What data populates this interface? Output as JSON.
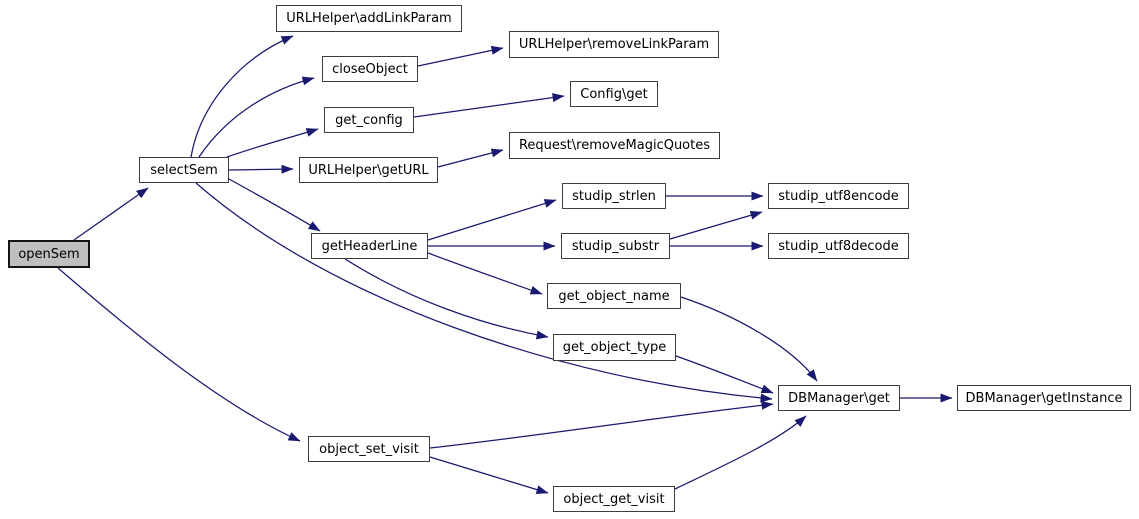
{
  "diagram": {
    "type": "call-graph",
    "root": "openSem",
    "colors": {
      "edge": "#191970",
      "node_fill": "#ffffff",
      "node_border": "#3d3d3d",
      "highlight_fill": "#bfbfbf",
      "highlight_border": "#141414",
      "text": "#000000",
      "background": "#ffffff"
    },
    "nodes": {
      "openSem": {
        "label": "openSem",
        "highlighted": true
      },
      "selectSem": {
        "label": "selectSem"
      },
      "addLinkParam": {
        "label": "URLHelper\\addLinkParam"
      },
      "removeLinkParam": {
        "label": "URLHelper\\removeLinkParam"
      },
      "closeObject": {
        "label": "closeObject"
      },
      "configGet": {
        "label": "Config\\get"
      },
      "getConfig": {
        "label": "get_config"
      },
      "removeMagicQuotes": {
        "label": "Request\\removeMagicQuotes"
      },
      "getURL": {
        "label": "URLHelper\\getURL"
      },
      "studipStrlen": {
        "label": "studip_strlen"
      },
      "studipUtf8encode": {
        "label": "studip_utf8encode"
      },
      "getHeaderLine": {
        "label": "getHeaderLine"
      },
      "studipSubstr": {
        "label": "studip_substr"
      },
      "studipUtf8decode": {
        "label": "studip_utf8decode"
      },
      "getObjectName": {
        "label": "get_object_name"
      },
      "getObjectType": {
        "label": "get_object_type"
      },
      "dbManagerGet": {
        "label": "DBManager\\get"
      },
      "dbManagerGetInstance": {
        "label": "DBManager\\getInstance"
      },
      "objectSetVisit": {
        "label": "object_set_visit"
      },
      "objectGetVisit": {
        "label": "object_get_visit"
      }
    },
    "edges": [
      {
        "from": "openSem",
        "to": "selectSem"
      },
      {
        "from": "openSem",
        "to": "objectSetVisit"
      },
      {
        "from": "selectSem",
        "to": "addLinkParam"
      },
      {
        "from": "selectSem",
        "to": "closeObject"
      },
      {
        "from": "selectSem",
        "to": "getConfig"
      },
      {
        "from": "selectSem",
        "to": "getURL"
      },
      {
        "from": "selectSem",
        "to": "getHeaderLine"
      },
      {
        "from": "selectSem",
        "to": "dbManagerGet"
      },
      {
        "from": "closeObject",
        "to": "removeLinkParam"
      },
      {
        "from": "getConfig",
        "to": "configGet"
      },
      {
        "from": "getURL",
        "to": "removeMagicQuotes"
      },
      {
        "from": "getHeaderLine",
        "to": "studipStrlen"
      },
      {
        "from": "getHeaderLine",
        "to": "studipSubstr"
      },
      {
        "from": "getHeaderLine",
        "to": "getObjectName"
      },
      {
        "from": "getHeaderLine",
        "to": "getObjectType"
      },
      {
        "from": "studipStrlen",
        "to": "studipUtf8encode"
      },
      {
        "from": "studipSubstr",
        "to": "studipUtf8encode"
      },
      {
        "from": "studipSubstr",
        "to": "studipUtf8decode"
      },
      {
        "from": "getObjectName",
        "to": "dbManagerGet"
      },
      {
        "from": "getObjectType",
        "to": "dbManagerGet"
      },
      {
        "from": "objectSetVisit",
        "to": "dbManagerGet"
      },
      {
        "from": "objectSetVisit",
        "to": "objectGetVisit"
      },
      {
        "from": "objectGetVisit",
        "to": "dbManagerGet"
      },
      {
        "from": "dbManagerGet",
        "to": "dbManagerGetInstance"
      }
    ]
  }
}
